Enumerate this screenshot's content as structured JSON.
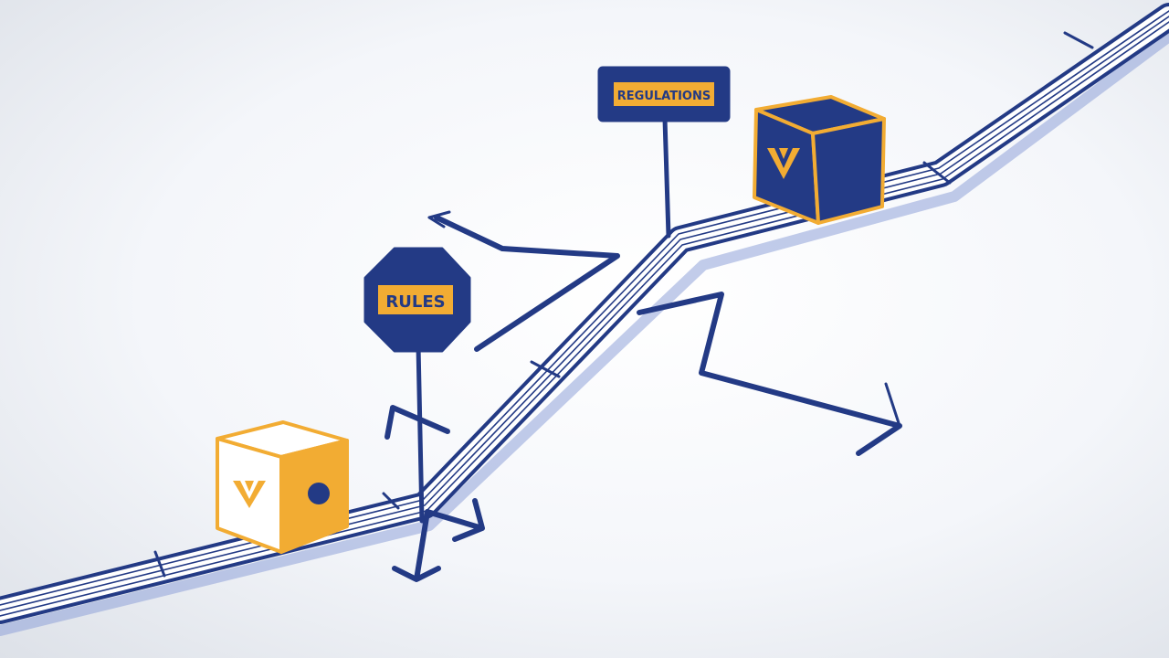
{
  "colors": {
    "navy": "#233a85",
    "orange": "#f2ac33",
    "light_blue": "#8fa3d8",
    "white": "#ffffff"
  },
  "signs": {
    "octagon": {
      "label": "RULES",
      "icon": "stop-sign-icon"
    },
    "board": {
      "label": "REGULATIONS",
      "icon": "signboard-icon"
    }
  },
  "boxes": {
    "start": {
      "icon": "diamond-logo-icon",
      "style": "orange-box"
    },
    "end": {
      "icon": "diamond-logo-icon",
      "style": "navy-box"
    }
  }
}
